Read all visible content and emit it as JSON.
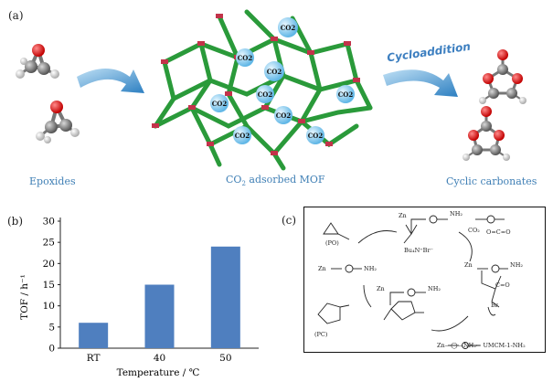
{
  "panel_a": {
    "label": "(a)",
    "epoxides_label": "Epoxides",
    "mof_caption_prefix": "CO",
    "mof_caption_sub": "2",
    "mof_caption_suffix": " adsorbed MOF",
    "cycloaddition_label": "Cycloaddition",
    "cyclic_label": "Cyclic carbonates",
    "co2_bubble_text": "CO2"
  },
  "panel_b": {
    "label": "(b)",
    "y_axis_label": "TOF / h⁻¹",
    "x_axis_label": "Temperature / ℃"
  },
  "panel_c": {
    "label": "(c)",
    "po_label": "(PO)",
    "pc_label": "(PC)",
    "bu4n_label": "Bu₄N⁺Br⁻",
    "co2_label": "CO₂",
    "br_label": "Br",
    "zn_label": "Zn",
    "nh2_label": "NH₂",
    "oco_label": "O=C=O",
    "c_eq_o": "C=O",
    "legend_text": "Zn—◯—NH₂= UMCM-1-NH₂"
  },
  "chart_data": {
    "type": "bar",
    "categories": [
      "RT",
      "40",
      "50"
    ],
    "values": [
      6,
      15,
      24
    ],
    "xlabel": "Temperature / ℃",
    "ylabel": "TOF / h⁻¹",
    "ylim": [
      0,
      30
    ],
    "yticks": [
      0,
      5,
      10,
      15,
      20,
      25,
      30
    ],
    "bar_color": "#4f7fbf"
  }
}
